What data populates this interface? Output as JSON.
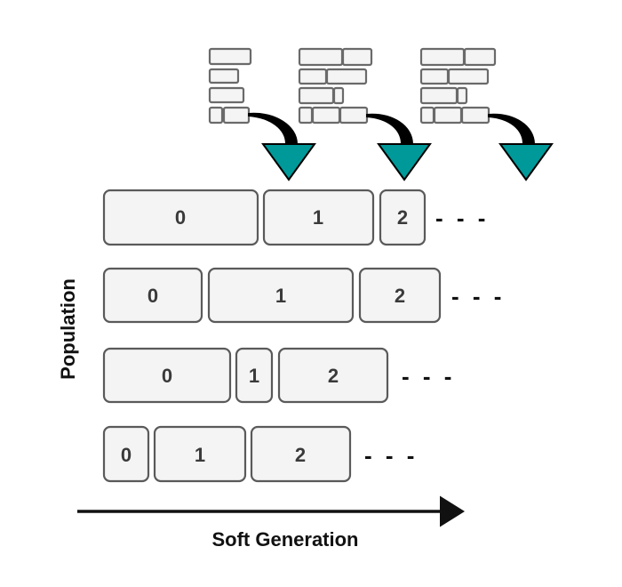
{
  "diagram": {
    "y_axis_label": "Population",
    "x_axis_label": "Soft Generation",
    "continuation": "- - -",
    "arrow_color": "#009999",
    "box_fill": "#f4f4f4",
    "box_stroke": "#5a5a5a",
    "brick_stacks": [
      {
        "name": "stack-0"
      },
      {
        "name": "stack-1"
      },
      {
        "name": "stack-2"
      }
    ],
    "rows": [
      {
        "segments": [
          {
            "label": "0"
          },
          {
            "label": "1"
          },
          {
            "label": "2"
          }
        ]
      },
      {
        "segments": [
          {
            "label": "0"
          },
          {
            "label": "1"
          },
          {
            "label": "2"
          }
        ]
      },
      {
        "segments": [
          {
            "label": "0"
          },
          {
            "label": "1"
          },
          {
            "label": "2"
          }
        ]
      },
      {
        "segments": [
          {
            "label": "0"
          },
          {
            "label": "1"
          },
          {
            "label": "2"
          }
        ]
      }
    ]
  }
}
